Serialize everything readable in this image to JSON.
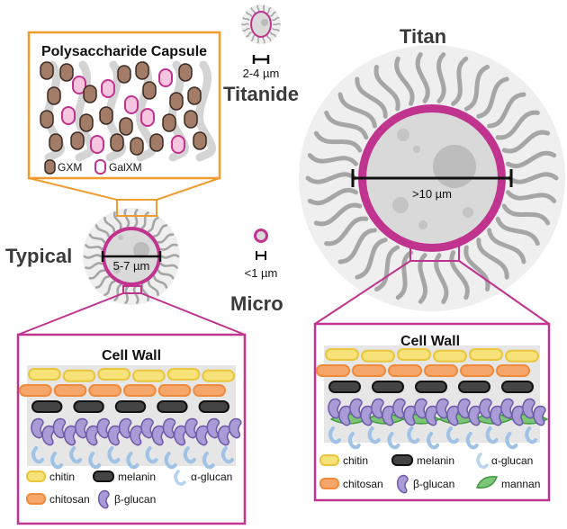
{
  "colors": {
    "capsule_magenta": "#c0338f",
    "orange_box": "#f29b2e",
    "cell_gray": "#d9d9d9",
    "halo_gray": "#ececec",
    "fibril_gray": "#a6a6a6",
    "gxm_fill": "#a37c68",
    "galxm_fill": "#f6c5e0",
    "chitin": "#f7e27a",
    "chitosan": "#f5a66b",
    "melanin": "#444444",
    "beta_glucan": "#a99bd5",
    "alpha_glucan": "#b8d3ee",
    "mannan": "#7cc576"
  },
  "cells": {
    "titanide": {
      "label": "Titanide",
      "size": "2-4 µm"
    },
    "typical": {
      "label": "Typical",
      "size": "5-7 µm"
    },
    "micro": {
      "label": "Micro",
      "size": "<1 µm"
    },
    "titan": {
      "label": "Titan",
      "size": ">10 µm"
    }
  },
  "capsule_panel": {
    "title": "Polysaccharide Capsule",
    "legend": [
      {
        "label": "GXM",
        "icon": "gxm-oval"
      },
      {
        "label": "GalXM",
        "icon": "galxm-oval"
      }
    ]
  },
  "typical_wall": {
    "title": "Cell Wall",
    "legend": [
      {
        "label": "chitin",
        "icon": "chitin-pill"
      },
      {
        "label": "melanin",
        "icon": "melanin-pill"
      },
      {
        "label": "α-glucan",
        "icon": "alpha-glucan-hook"
      },
      {
        "label": "chitosan",
        "icon": "chitosan-pill"
      },
      {
        "label": "β-glucan",
        "icon": "beta-glucan-bean"
      }
    ]
  },
  "titan_wall": {
    "title": "Cell Wall",
    "legend": [
      {
        "label": "chitin",
        "icon": "chitin-pill"
      },
      {
        "label": "melanin",
        "icon": "melanin-pill"
      },
      {
        "label": "α-glucan",
        "icon": "alpha-glucan-hook"
      },
      {
        "label": "chitosan",
        "icon": "chitosan-pill"
      },
      {
        "label": "β-glucan",
        "icon": "beta-glucan-bean"
      },
      {
        "label": "mannan",
        "icon": "mannan-leaf"
      }
    ]
  }
}
